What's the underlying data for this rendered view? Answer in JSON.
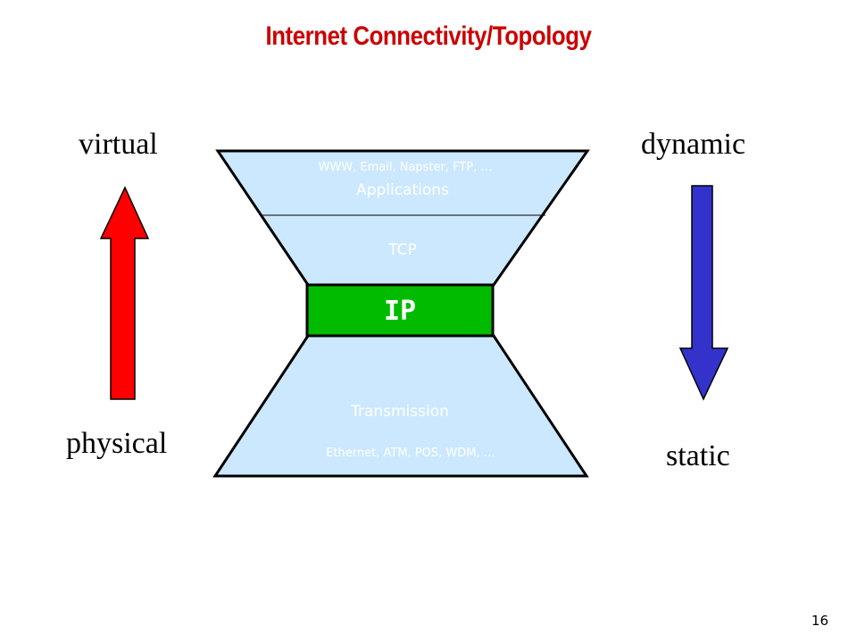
{
  "slide": {
    "title": "Internet Connectivity/Topology",
    "page_number": "16"
  },
  "left_axis": {
    "top_label": "virtual",
    "bottom_label": "physical",
    "arrow_direction": "up",
    "arrow_color": "#ff0000"
  },
  "right_axis": {
    "top_label": "dynamic",
    "bottom_label": "static",
    "arrow_direction": "down",
    "arrow_color": "#3333cc"
  },
  "hourglass": {
    "upper": {
      "examples": "WWW, Email, Napster, FTP, …",
      "applications": "Applications",
      "tcp": "TCP"
    },
    "ip": "IP",
    "lower": {
      "transmission": "Transmission",
      "examples": "Ethernet, ATM, POS, WDM, …"
    },
    "colors": {
      "fill": "#cce8ff",
      "ip_fill": "#00bb00",
      "ip_text": "#ffffff",
      "layer_text": "#ffffff"
    }
  }
}
